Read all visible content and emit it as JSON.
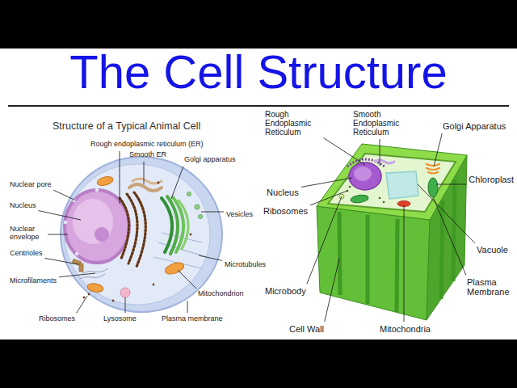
{
  "diagram": {
    "title": "The Cell Structure",
    "labels": [
      "Structure of a Typical Animal Cell",
      "Rough endoplasmic reticulum (ER)",
      "Smooth ER",
      "Nuclear pore",
      "Golgi apparatus",
      "Nucleus",
      "Vesicles",
      "Nuclear envelope",
      "Centrioles",
      "Microtubules",
      "Microfilaments",
      "Mitochondrion",
      "Ribosomes",
      "Lysosome",
      "Plasma membrane",
      "Rough Endoplasmic Reticulum",
      "Smooth Endoplasmic Reticulum",
      "Golgi Apparatus",
      "Chloroplast",
      "Nucleus",
      "Ribosomes",
      "Vacuole",
      "Microbody",
      "Plasma Membrane",
      "Cell Wall",
      "Mitochondria"
    ]
  }
}
